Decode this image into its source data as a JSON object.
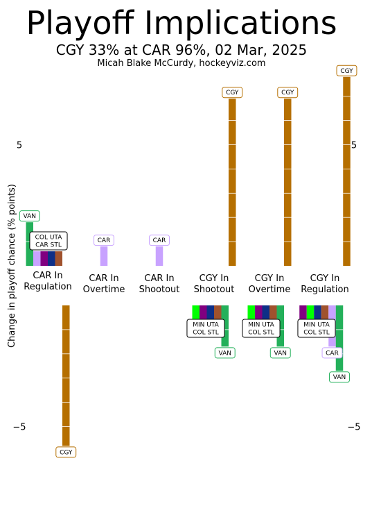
{
  "chart_data": {
    "type": "bar",
    "title": "Playoff Implications",
    "subtitle": "CGY 33% at CAR 96%, 02 Mar, 2025",
    "credit": "Micah Blake McCurdy, hockeyviz.com",
    "ylabel": "Change in playoff chance (% points)",
    "yticks": [
      5,
      -5
    ],
    "ylim": [
      -9,
      8.2
    ],
    "colors": {
      "CGY": "#B56F00",
      "CAR": "#C8A2FF",
      "VAN": "#23B05A",
      "COL": "#800080",
      "UTA": "#0E2F87",
      "STL": "#A0522D",
      "MIN": "#00FF00"
    },
    "categories": [
      {
        "label": "CAR In\nRegulation",
        "bars": [
          {
            "team": "VAN",
            "value": 1.8
          },
          {
            "team": "CAR",
            "value": 0.6
          },
          {
            "team": "COL",
            "value": 0.6
          },
          {
            "team": "UTA",
            "value": 0.6
          },
          {
            "team": "STL",
            "value": 0.6
          },
          {
            "team": "CGY",
            "value": -5.8
          }
        ],
        "tags": [
          {
            "text": "VAN",
            "team": "VAN",
            "anchor": "VAN"
          },
          {
            "text": "COL UTA\nCAR STL",
            "team": null,
            "anchor": "group-pos"
          },
          {
            "text": "CGY",
            "team": "CGY",
            "anchor": "CGY"
          }
        ]
      },
      {
        "label": "CAR In\nOvertime",
        "bars": [
          {
            "team": "CAR",
            "value": 0.8
          }
        ],
        "tags": [
          {
            "text": "CAR",
            "team": "CAR",
            "anchor": "CAR"
          }
        ]
      },
      {
        "label": "CAR In\nShootout",
        "bars": [
          {
            "team": "CAR",
            "value": 0.8
          }
        ],
        "tags": [
          {
            "text": "CAR",
            "team": "CAR",
            "anchor": "CAR"
          }
        ]
      },
      {
        "label": "CGY In\nShootout",
        "bars": [
          {
            "team": "MIN",
            "value": -0.6
          },
          {
            "team": "COL",
            "value": -0.6
          },
          {
            "team": "UTA",
            "value": -0.6
          },
          {
            "team": "STL",
            "value": -0.6
          },
          {
            "team": "VAN",
            "value": -1.7
          },
          {
            "team": "CGY",
            "value": 6.9
          }
        ],
        "tags": [
          {
            "text": "CGY",
            "team": "CGY",
            "anchor": "CGY"
          },
          {
            "text": "MIN UTA\nCOL STL",
            "team": null,
            "anchor": "group-neg"
          },
          {
            "text": "VAN",
            "team": "VAN",
            "anchor": "VAN"
          }
        ]
      },
      {
        "label": "CGY In\nOvertime",
        "bars": [
          {
            "team": "MIN",
            "value": -0.6
          },
          {
            "team": "COL",
            "value": -0.6
          },
          {
            "team": "UTA",
            "value": -0.6
          },
          {
            "team": "STL",
            "value": -0.6
          },
          {
            "team": "VAN",
            "value": -1.7
          },
          {
            "team": "CGY",
            "value": 6.9
          }
        ],
        "tags": [
          {
            "text": "CGY",
            "team": "CGY",
            "anchor": "CGY"
          },
          {
            "text": "MIN UTA\nCOL STL",
            "team": null,
            "anchor": "group-neg"
          },
          {
            "text": "VAN",
            "team": "VAN",
            "anchor": "VAN"
          }
        ]
      },
      {
        "label": "CGY In\nRegulation",
        "bars": [
          {
            "team": "COL",
            "value": -0.6
          },
          {
            "team": "MIN",
            "value": -0.6
          },
          {
            "team": "UTA",
            "value": -0.6
          },
          {
            "team": "STL",
            "value": -0.6
          },
          {
            "team": "CAR",
            "value": -1.7
          },
          {
            "team": "VAN",
            "value": -2.7
          },
          {
            "team": "CGY",
            "value": 7.8
          }
        ],
        "tags": [
          {
            "text": "CGY",
            "team": "CGY",
            "anchor": "CGY"
          },
          {
            "text": "MIN UTA\nCOL STL",
            "team": null,
            "anchor": "group-neg"
          },
          {
            "text": "CAR",
            "team": "CAR",
            "anchor": "CAR"
          },
          {
            "text": "VAN",
            "team": "VAN",
            "anchor": "VAN"
          }
        ]
      }
    ]
  }
}
